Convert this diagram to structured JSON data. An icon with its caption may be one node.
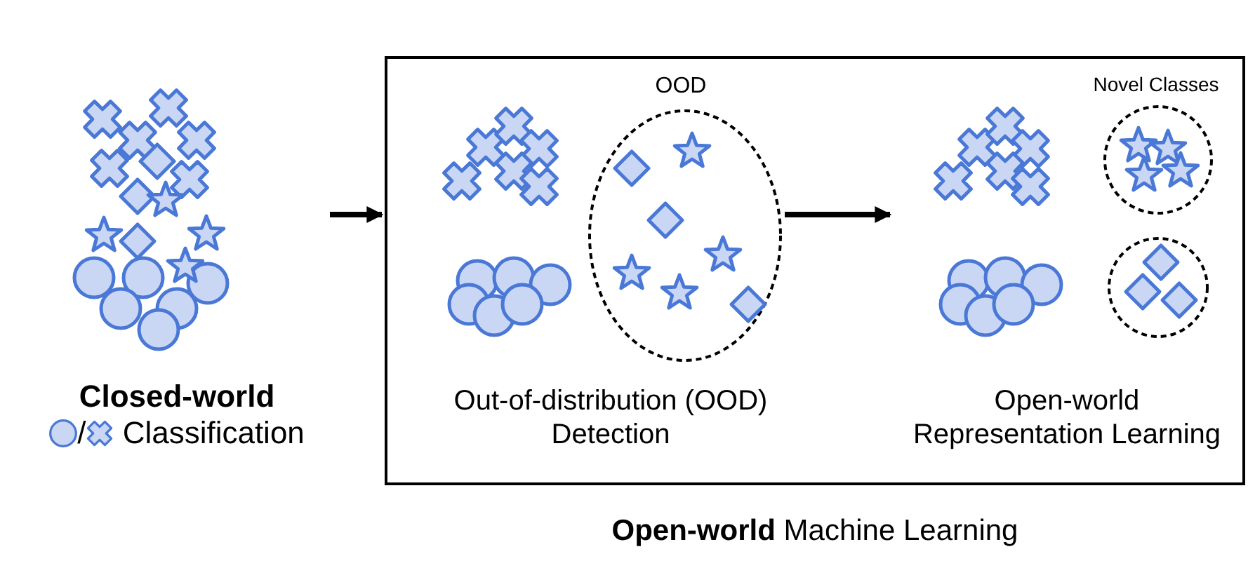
{
  "diagram": {
    "nodes": [
      {
        "text": [
          "Closed-world",
          "/",
          "Classification"
        ]
      },
      {
        "text": [
          "**Open-world** Machine Learning"
        ]
      },
      {
        "text": [
          "Out-of-distribution (OOD) Detection"
        ],
        "in": 1
      },
      {
        "text": [
          "OOD"
        ],
        "in": 2
      },
      {
        "text": [
          "Open-world Representation Learning"
        ],
        "in": 1
      },
      {
        "text": [
          "Novel Classes"
        ],
        "in": 4
      },
      {
        "text": [],
        "shape": "circle",
        "in": 4
      }
    ],
    "edges": [
      {
        "from": 0,
        "to": 1,
        "arrow": "to"
      },
      {
        "from": 3,
        "to": 4,
        "arrow": "to"
      }
    ]
  }
}
